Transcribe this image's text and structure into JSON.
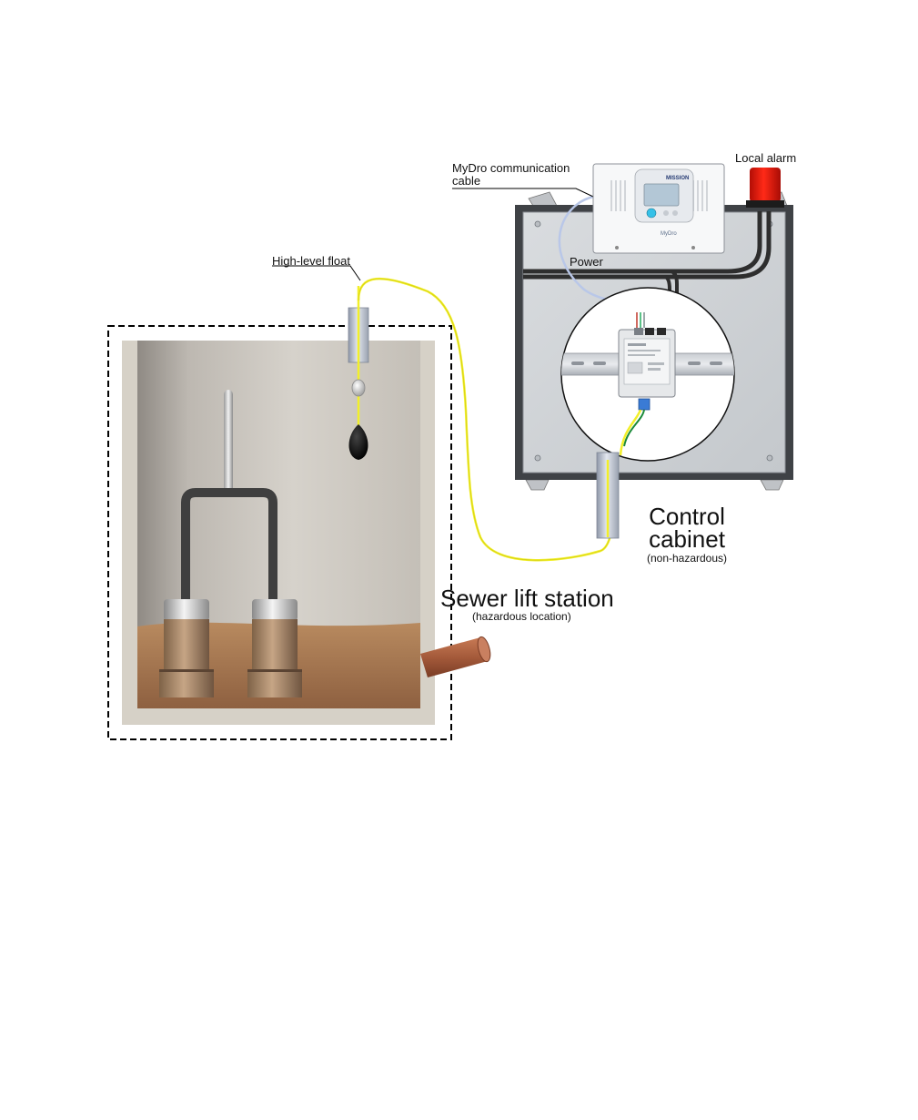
{
  "labels": {
    "mydro_cable_line1": "MyDro communication",
    "mydro_cable_line2": "cable",
    "local_alarm": "Local alarm",
    "high_level_float": "High-level float",
    "power": "Power",
    "control_cabinet_line1": "Control",
    "control_cabinet_line2": "cabinet",
    "control_cabinet_note": "(non-hazardous)",
    "sewer_lift_station": "Sewer lift station",
    "sewer_lift_station_note": "(hazardous location)"
  },
  "device": {
    "brand": "MISSION",
    "model": "MyDro"
  },
  "colors": {
    "float_cable": "#f2ef2a",
    "alarm": "#e8160c",
    "sewage": "#a8774e",
    "pipe": "#a25a3a",
    "concrete": "#cfcac1",
    "cabinet": "#cfd2d6",
    "comm_cable": "#b9c7e8"
  },
  "icons": [
    "mydro-device-icon",
    "alarm-beacon-icon",
    "float-switch-icon",
    "pump-icon",
    "din-rail-module-icon"
  ]
}
